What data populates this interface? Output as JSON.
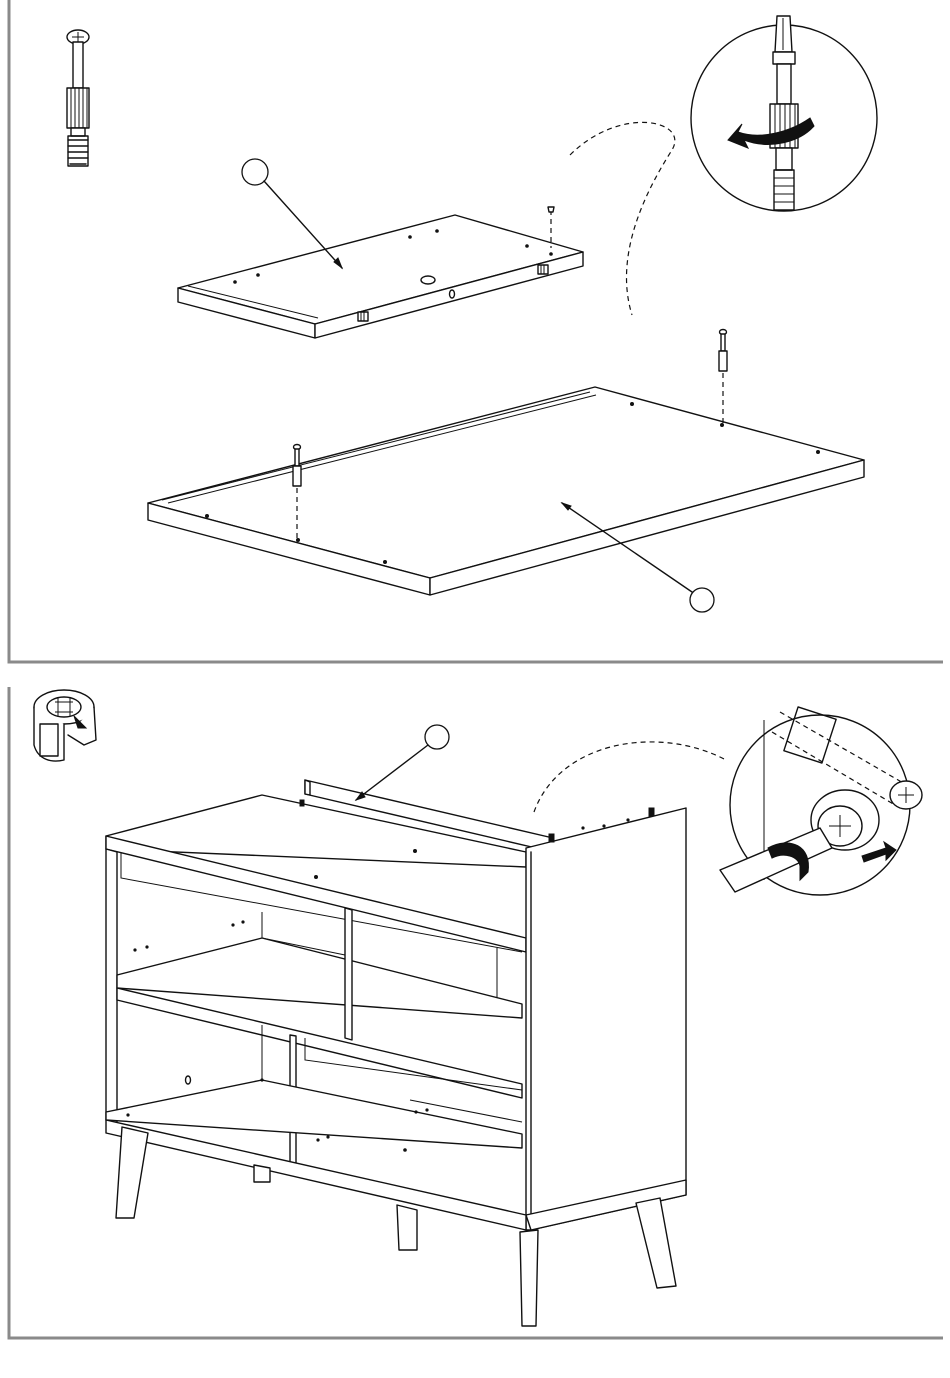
{
  "document": {
    "kind": "assembly-instruction-sheet",
    "panels": [
      {
        "id": "step-top-panel",
        "hardware_icon": "dowel-screw-icon",
        "detail_view": "screwdriver-tightening-detail-icon",
        "callout_labels": [
          "",
          ""
        ]
      },
      {
        "id": "step-bottom-panel",
        "hardware_icon": "cam-lock-icon",
        "detail_view": "cam-lock-tightening-detail-icon",
        "callout_labels": [
          ""
        ]
      }
    ],
    "colors": {
      "line": "#111111",
      "frame": "#8a8a8a",
      "background": "#ffffff"
    }
  }
}
